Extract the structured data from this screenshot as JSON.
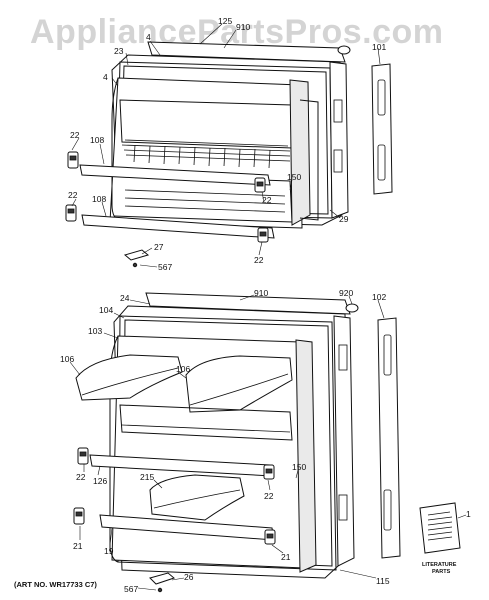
{
  "watermark": "AppliancePartsPros.com",
  "art_number": "(ART NO. WR17733 C7)",
  "literature": {
    "line1": "LITERATURE",
    "line2": "PARTS"
  },
  "upper_callouts": {
    "c125": "125",
    "c910": "910",
    "c4a": "4",
    "c23": "23",
    "c4b": "4",
    "c101": "101",
    "c22a": "22",
    "c108a": "108",
    "c22b": "22",
    "c108b": "108",
    "c150": "150",
    "c22c": "22",
    "c29": "29",
    "c27": "27",
    "c567": "567",
    "c22d": "22"
  },
  "lower_callouts": {
    "c24": "24",
    "c910": "910",
    "c920": "920",
    "c102": "102",
    "c104": "104",
    "c103": "103",
    "c106a": "106",
    "c106b": "106",
    "c22a": "22",
    "c126": "126",
    "c215": "215",
    "c150": "150",
    "c22b": "22",
    "c21a": "21",
    "c19": "19",
    "c21b": "21",
    "c1": "1",
    "c115": "115",
    "c26": "26",
    "c567": "567"
  }
}
